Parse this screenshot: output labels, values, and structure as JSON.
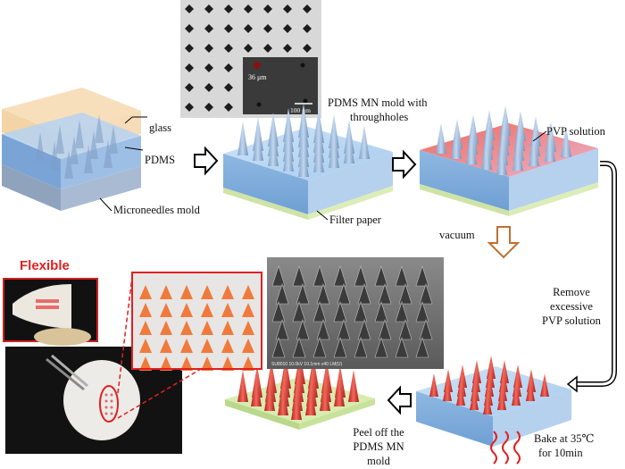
{
  "labels": {
    "glass": "glass",
    "pdms": "PDMS",
    "microneedles_mold": "Microneedles mold",
    "pdms_mn_mold_line1": "PDMS MN mold with",
    "pdms_mn_mold_line2": "throughholes",
    "filter_paper": "Filter paper",
    "pvp_solution": "PVP solution",
    "vacuum": "vacuum",
    "remove_line1": "Remove",
    "remove_line2": "excessive",
    "remove_line3": "PVP solution",
    "bake_line1": "Bake at 35℃",
    "bake_line2": "for 10min",
    "peel_line1": "Peel off the",
    "peel_line2": "PDMS MN",
    "peel_line3": "mold",
    "flexible": "Flexible"
  },
  "micrograph": {
    "inset_size": "36 μm",
    "inset_scale": "100 μm"
  },
  "sem": {
    "caption": "SU8010 10.0kV 10.1mm x40 LM(U)"
  },
  "colors": {
    "arrow_outline": "#000000",
    "vacuum_arrow": "#c07030",
    "needle_red": "#e03020",
    "pdms_blue": "#9fc6ea",
    "filter_green": "#d8ecb0"
  }
}
